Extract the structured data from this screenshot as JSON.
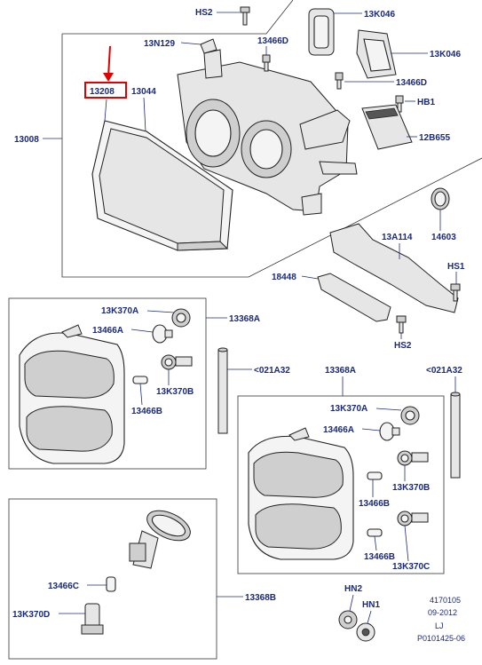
{
  "labels": {
    "hs2_top": "HS2",
    "k13046_a": "13K046",
    "k13046_b": "13K046",
    "n13129": "13N129",
    "d13466_a": "13466D",
    "d13466_b": "13466D",
    "hb1": "HB1",
    "b12655": "12B655",
    "p13208": "13208",
    "p13044": "13044",
    "p13008": "13008",
    "p14603": "14603",
    "a13114": "13A114",
    "hs1": "HS1",
    "p18448": "18448",
    "hs2_bottom": "HS2",
    "k370a_left": "13K370A",
    "p13368a_left": "13368A",
    "a13466_left": "13466A",
    "k370b_left": "13K370B",
    "b13466_left": "13466B",
    "a021_left": "<021A32",
    "p13368a_right": "13368A",
    "a021_right": "<021A32",
    "k370a_right": "13K370A",
    "a13466_right": "13466A",
    "k370b_right": "13K370B",
    "b13466_right_1": "13466B",
    "b13466_right_2": "13466B",
    "k370c_right": "13K370C",
    "c13466": "13466C",
    "p13368b": "13368B",
    "k370d": "13K370D",
    "hn2": "HN2",
    "hn1": "HN1"
  },
  "meta": {
    "code": "4170105",
    "date": "09-2012",
    "initials": "LJ",
    "ref": "P0101425-06"
  },
  "highlight": {
    "color": "#e00000",
    "target": "13208"
  }
}
